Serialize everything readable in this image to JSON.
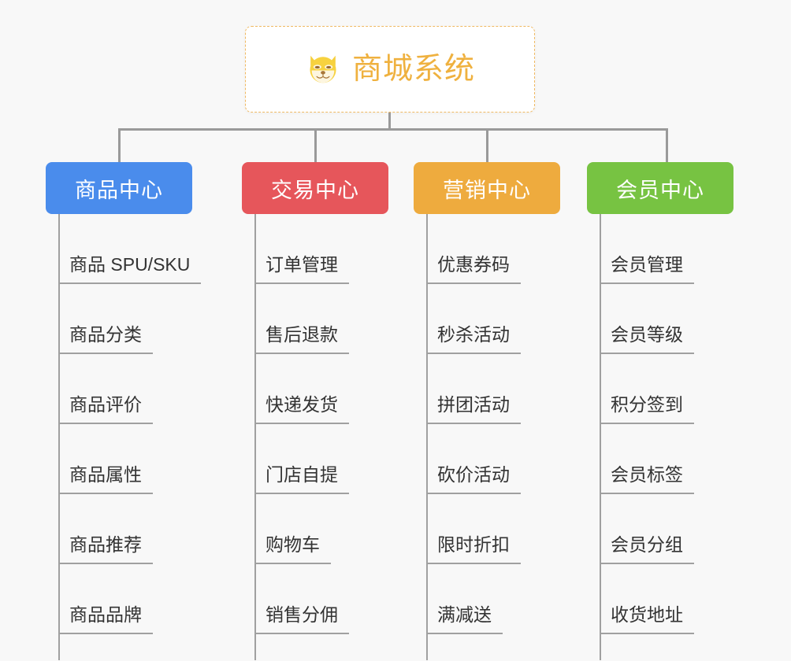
{
  "diagram": {
    "title": "商城系统",
    "icon": "shiba-dog-face-icon",
    "root_text_color": "#efb13f",
    "root_border_color": "#f0b962",
    "background_color": "#f8f8f8",
    "connector_color": "#9a9a9a"
  },
  "branches": [
    {
      "label": "商品中心",
      "color": "#4a8cec",
      "items": [
        "商品 SPU/SKU",
        "商品分类",
        "商品评价",
        "商品属性",
        "商品推荐",
        "商品品牌"
      ]
    },
    {
      "label": "交易中心",
      "color": "#e6565b",
      "items": [
        "订单管理",
        "售后退款",
        "快递发货",
        "门店自提",
        "购物车",
        "销售分佣"
      ]
    },
    {
      "label": "营销中心",
      "color": "#eeab3e",
      "items": [
        "优惠券码",
        "秒杀活动",
        "拼团活动",
        "砍价活动",
        "限时折扣",
        "满减送"
      ]
    },
    {
      "label": "会员中心",
      "color": "#77c342",
      "items": [
        "会员管理",
        "会员等级",
        "积分签到",
        "会员标签",
        "会员分组",
        "收货地址"
      ]
    }
  ]
}
